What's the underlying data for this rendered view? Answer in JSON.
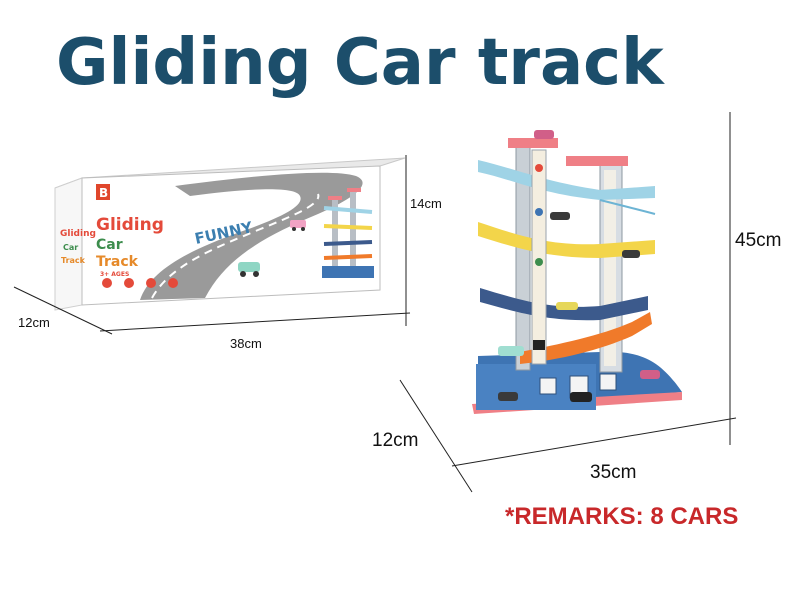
{
  "title": "Gliding Car track",
  "box": {
    "brand_letter": "B",
    "name_line1": "Gliding",
    "name_line2": "Car",
    "name_line3": "Track",
    "age": "3+ AGES",
    "tagline": "FUNNY",
    "side_line1": "Gliding",
    "side_line2": "Car",
    "side_line3": "Track"
  },
  "dimensions": {
    "box_height": "14cm",
    "box_depth": "12cm",
    "box_width": "38cm",
    "toy_height": "45cm",
    "toy_depth": "12cm",
    "toy_width": "35cm"
  },
  "remarks": "*REMARKS:  8 CARS",
  "colors": {
    "title": "#1c4e6b",
    "remarks": "#c8282a",
    "ramp_light_blue": "#9fd3e6",
    "ramp_yellow": "#f3d54a",
    "ramp_navy": "#3c5a8c",
    "ramp_orange": "#f07a2a",
    "tower_pink": "#ef7f86",
    "base_blue": "#3e74b3"
  }
}
